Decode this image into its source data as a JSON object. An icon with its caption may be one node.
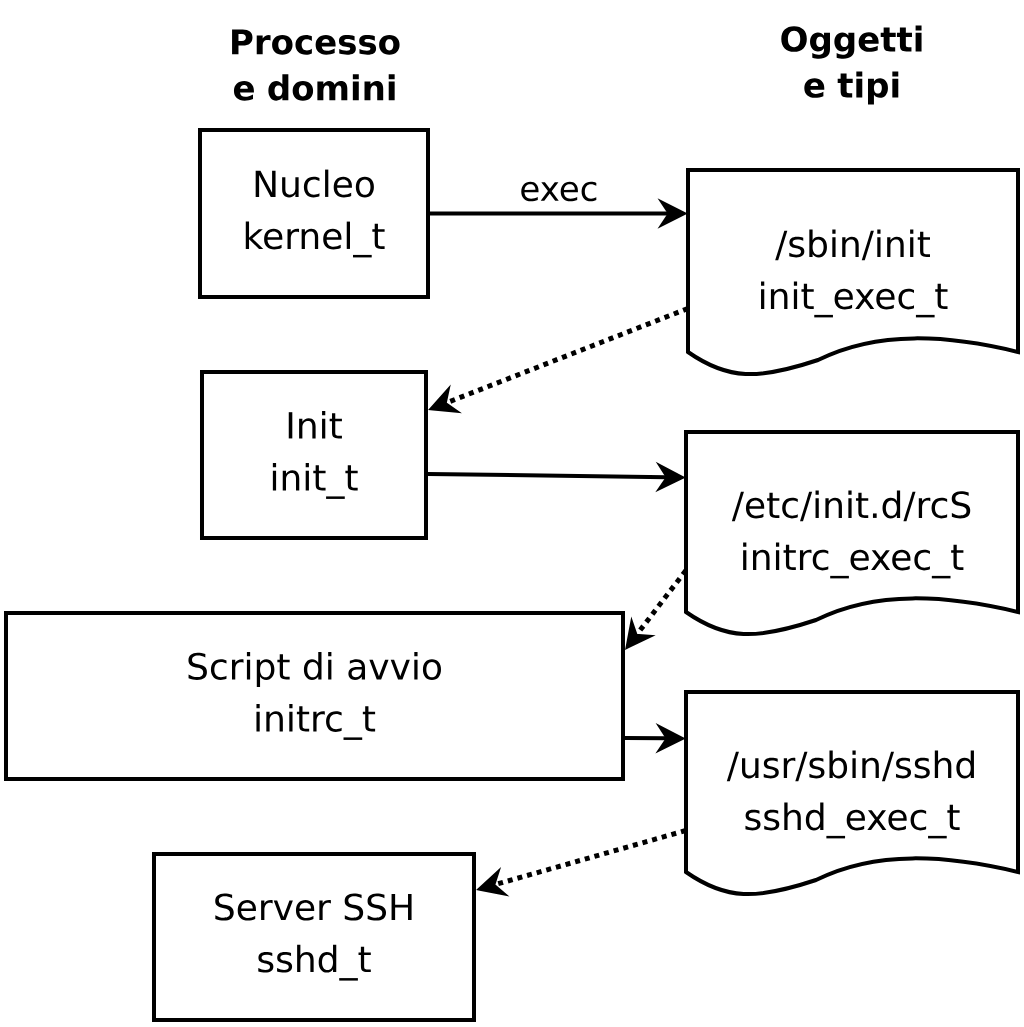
{
  "diagram": {
    "nodes": [
      {
        "text": [
          "Nucleo",
          "kernel_t"
        ]
      },
      {
        "text": [
          "/sbin/init",
          "init_exec_t"
        ]
      },
      {
        "text": [
          "Init",
          "init_t"
        ]
      },
      {
        "text": [
          "/etc/init.d/rcS",
          "initrc_exec_t"
        ]
      },
      {
        "text": [
          "Script di avvio",
          "initrc_t"
        ]
      },
      {
        "text": [
          "/usr/sbin/sshd",
          "sshd_exec_t"
        ]
      },
      {
        "text": [
          "Server SSH",
          "sshd_t"
        ]
      }
    ],
    "edges": [
      {
        "from": 0,
        "to": 1,
        "arrow": "to",
        "label": "exec"
      },
      {
        "from": 1,
        "to": 2,
        "arrow": "to",
        "style": "dashed"
      },
      {
        "from": 2,
        "to": 3,
        "arrow": "to"
      },
      {
        "from": 3,
        "to": 4,
        "arrow": "to",
        "style": "dashed"
      },
      {
        "from": 4,
        "to": 5,
        "arrow": "to"
      },
      {
        "from": 5,
        "to": 6,
        "arrow": "to",
        "style": "dashed"
      }
    ],
    "labels": [
      "Processo e domini",
      "Oggetti e tipi"
    ]
  }
}
